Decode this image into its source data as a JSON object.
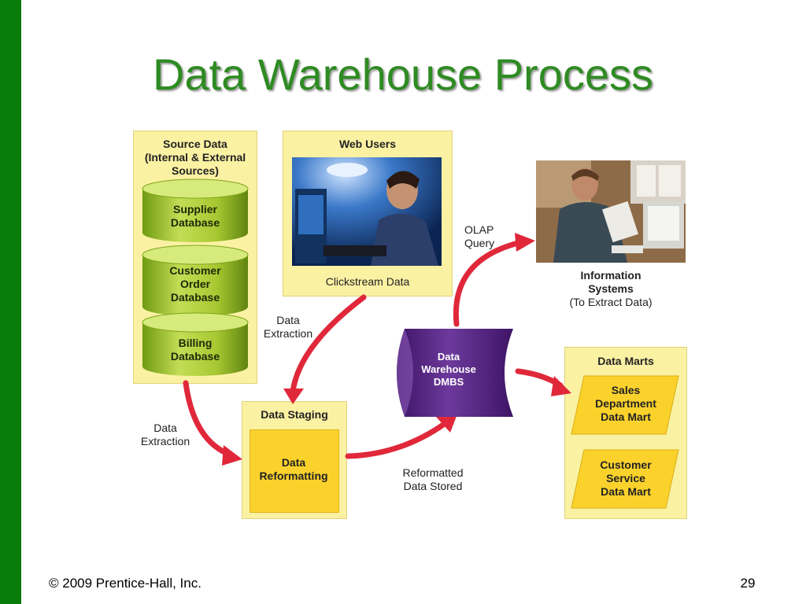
{
  "slide": {
    "title": "Data Warehouse Process",
    "footer_left": "© 2009 Prentice-Hall, Inc.",
    "page_number": "29"
  },
  "source_data": {
    "title": "Source Data\n(Internal & External\nSources)",
    "databases": [
      "Supplier\nDatabase",
      "Customer\nOrder\nDatabase",
      "Billing\nDatabase"
    ]
  },
  "web_users": {
    "title": "Web Users",
    "caption": "Clickstream Data"
  },
  "information_systems": {
    "label_bold": "Information\nSystems",
    "label_sub": "(To Extract Data)"
  },
  "olap_label": "OLAP\nQuery",
  "extraction_label_left": "Data\nExtraction",
  "extraction_label_mid": "Data\nExtraction",
  "data_staging": {
    "title": "Data Staging",
    "box_label": "Data\nReformatting"
  },
  "reformatted_label": "Reformatted\nData Stored",
  "warehouse": {
    "label": "Data\nWarehouse\nDMBS"
  },
  "data_marts": {
    "title": "Data Marts",
    "marts": [
      "Sales\nDepartment\nData Mart",
      "Customer\nService\nData Mart"
    ]
  },
  "colors": {
    "slide_bar": "#0a7c0a",
    "title": "#2e8b22",
    "panel": "#fbf1a3",
    "database_green": "#a8c832",
    "arrow_red": "#e0283a",
    "warehouse_purple": "#5b2a86",
    "mart_yellow": "#fbd22c"
  }
}
